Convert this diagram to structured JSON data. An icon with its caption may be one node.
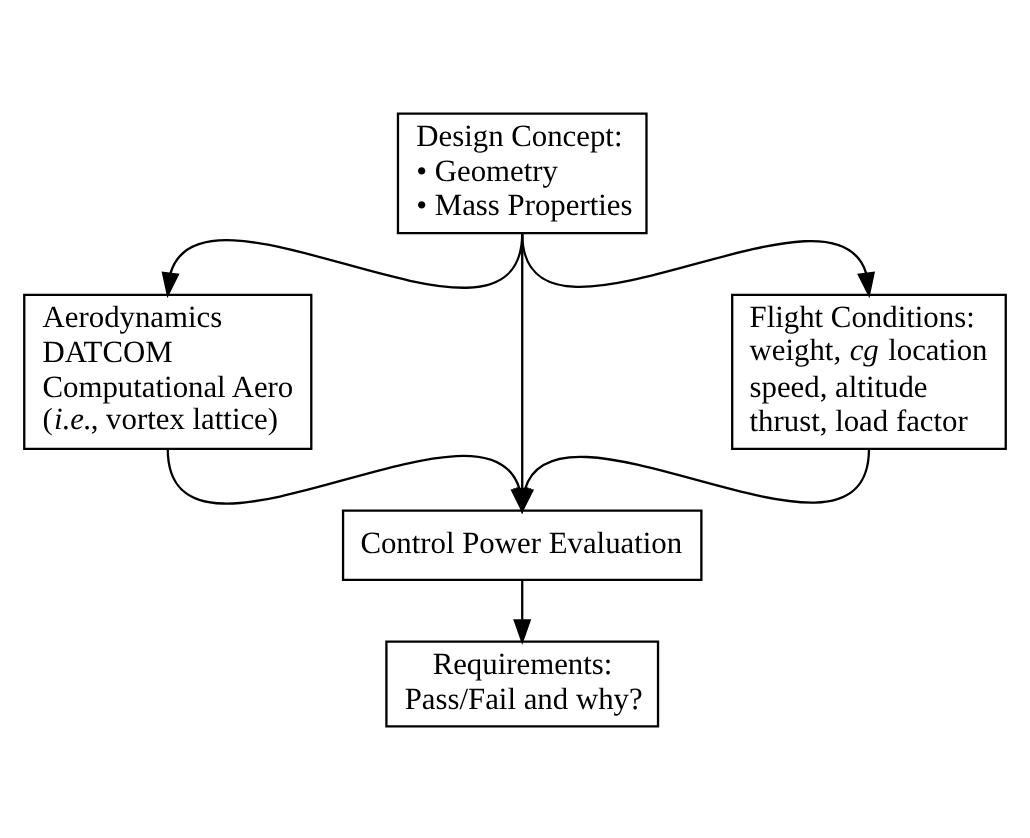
{
  "diagram": {
    "nodes": [
      {
        "text": [
          "Design Concept:",
          "• Geometry",
          "• Mass Properties"
        ]
      },
      {
        "text": [
          "Aerodynamics",
          "DATCOM",
          "Computational Aero",
          "(*i.e.*, vortex lattice)"
        ]
      },
      {
        "text": [
          "Flight Conditions:",
          "weight, *cg* location",
          "speed, altitude",
          "thrust, load factor"
        ]
      },
      {
        "text": [
          "Control Power Evaluation"
        ]
      },
      {
        "text": [
          "Requirements:",
          "Pass/Fail and why?"
        ]
      }
    ],
    "edges": [
      {
        "from": 0,
        "to": 1,
        "arrow": "to"
      },
      {
        "from": 0,
        "to": 3,
        "arrow": "to"
      },
      {
        "from": 0,
        "to": 2,
        "arrow": "to"
      },
      {
        "from": 1,
        "to": 3,
        "arrow": "to"
      },
      {
        "from": 2,
        "to": 3,
        "arrow": "to"
      },
      {
        "from": 3,
        "to": 4,
        "arrow": "to"
      }
    ]
  }
}
